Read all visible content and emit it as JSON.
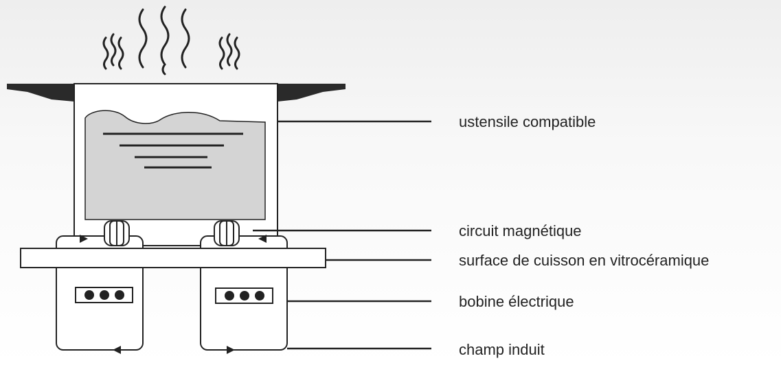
{
  "labels": {
    "ustensile": "ustensile compatible",
    "circuit": "circuit magnétique",
    "surface": "surface de cuisson en vitrocéramique",
    "bobine": "bobine électrique",
    "champ": "champ induit"
  },
  "colors": {
    "line": "#222222",
    "liquid": "#d4d4d4",
    "background": "#f4f4f4",
    "panel": "#ffffff"
  }
}
